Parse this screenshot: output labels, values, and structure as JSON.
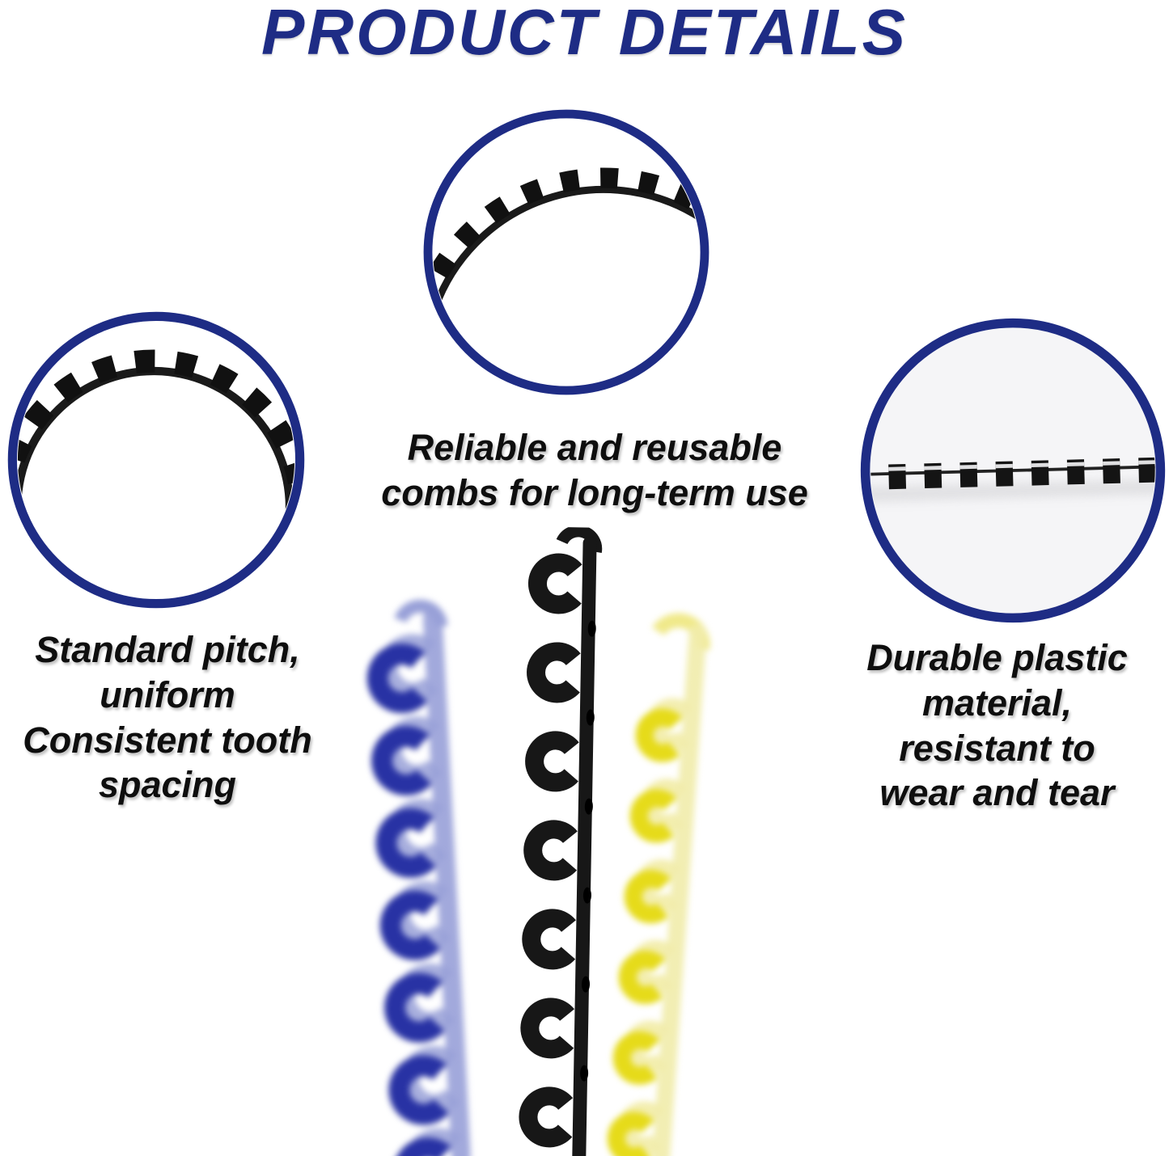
{
  "title": "PRODUCT DETAILS",
  "colors": {
    "accent_navy": "#1e2c85",
    "caption_text": "#0e0e0e",
    "comb_black": "#171717",
    "comb_blue": "#2832a4",
    "comb_blue_ghost": "#8a93d2",
    "comb_yellow": "#e6db1a",
    "comb_yellow_ghost": "#f0ea9c",
    "right_circle_bg": "#f5f5f7"
  },
  "features": {
    "pitch": {
      "image": "comb-arc-dome-closeup",
      "caption_lines": [
        "Standard pitch,",
        "uniform",
        "Consistent tooth",
        "spacing"
      ]
    },
    "reusable": {
      "image": "comb-arc-top-closeup",
      "caption_lines": [
        "Reliable and reusable",
        "combs for long-term use"
      ]
    },
    "durable": {
      "image": "comb-teeth-row-closeup",
      "caption_lines": [
        "Durable plastic",
        "material,",
        "resistant to",
        "wear and tear"
      ]
    }
  },
  "photo": {
    "description_names": [
      "blue-binding-comb",
      "black-binding-comb",
      "yellow-binding-comb"
    ]
  }
}
